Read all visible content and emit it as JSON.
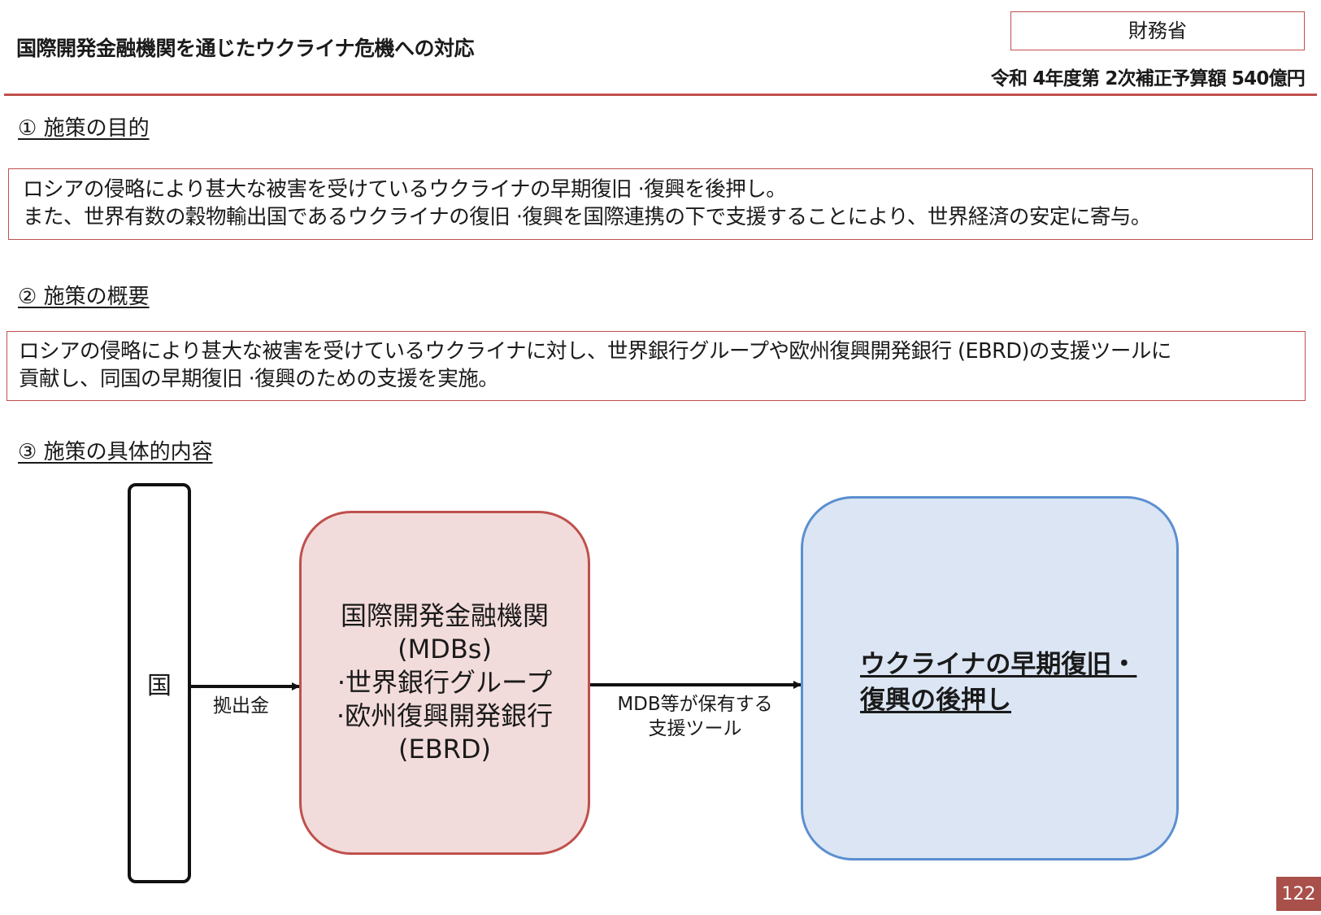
{
  "header": {
    "title": "国際開発金融機関を通じたウクライナ危機への対応",
    "ministry": "財務省",
    "budget": "令和 4年度第 2次補正予算額 540億円"
  },
  "sections": {
    "purpose": {
      "heading": "①  施策の目的",
      "lines": [
        "ロシアの侵略により甚大な被害を受けているウクライナの早期復旧 ·復興を後押し。",
        "また、世界有数の穀物輸出国であるウクライナの復旧 ·復興を国際連携の下で支援することにより、世界経済の安定に寄与。"
      ]
    },
    "overview": {
      "heading": "②  施策の概要",
      "lines": [
        "ロシアの侵略により甚大な被害を受けているウクライナに対し、世界銀行グループや欧州復興開発銀行 (EBRD)の支援ツールに",
        "貢献し、同国の早期復旧 ·復興のための支援を実施。"
      ]
    },
    "details": {
      "heading": "③  施策の具体的内容"
    }
  },
  "diagram": {
    "kuni": "国",
    "arrow1_label": "拠出金",
    "mdb_lines": [
      "国際開発金融機関",
      "(MDBs)",
      "·世界銀行グループ",
      "·欧州復興開発銀行",
      "(EBRD)"
    ],
    "arrow2_label_lines": [
      "MDB等が保有する",
      "支援ツール"
    ],
    "goal_lines": [
      "ウクライナの早期復旧・",
      "復興の後押し"
    ]
  },
  "page_number": "122",
  "colors": {
    "accent_red": "#c0504d",
    "mdb_fill": "#f2dcdb",
    "goal_fill": "#dbe5f4",
    "goal_border": "#5b8fd0",
    "page_badge": "#a9504b"
  }
}
